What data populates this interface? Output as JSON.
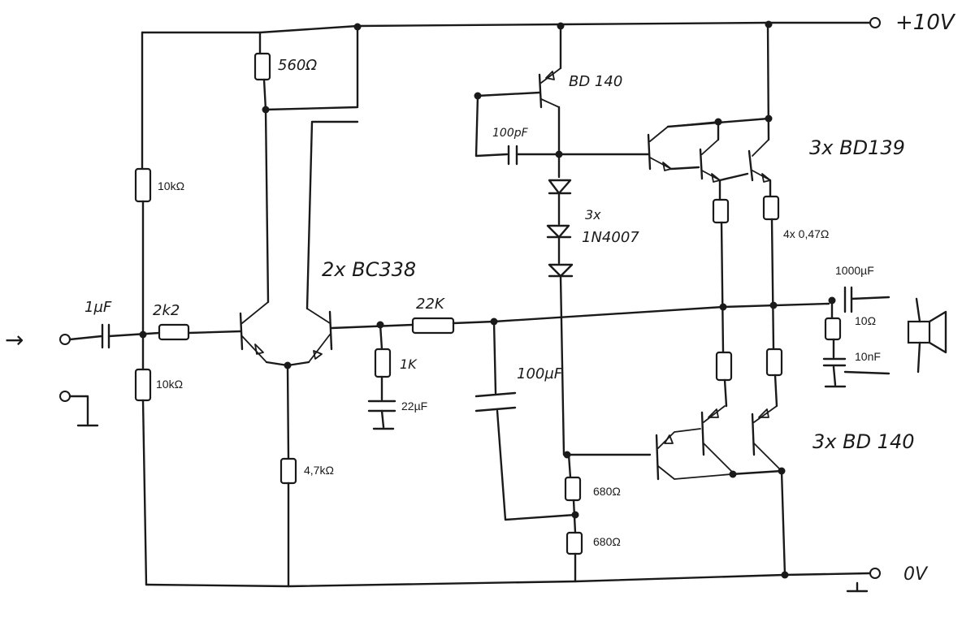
{
  "supply": {
    "positive_label": "+10V",
    "ground_label": "0V"
  },
  "input": {
    "arrow_label": "→"
  },
  "components": {
    "input_cap": "1µF",
    "input_resistor": "2k2",
    "bias_resistor_top": "10kΩ",
    "bias_resistor_bottom": "10kΩ",
    "collector_resistor": "560Ω",
    "emitter_resistor": "4,7kΩ",
    "diff_pair": "2x BC338",
    "feedback_resistor": "22K",
    "feedback_shunt_resistor": "1K",
    "feedback_cap": "22µF",
    "bootstrap_cap": "100µF",
    "driver_transistor": "BD 140",
    "miller_cap": "100pF",
    "diodes_count": "3x",
    "diodes_type": "1N4007",
    "upper_outputs": "3x BD139",
    "emitter_resistors": "4x 0,47Ω",
    "lower_outputs": "3x BD 140",
    "bias_resistor_upper": "680Ω",
    "bias_resistor_lower": "680Ω",
    "output_cap": "1000µF",
    "zobel_resistor": "10Ω",
    "zobel_cap": "10nF"
  }
}
